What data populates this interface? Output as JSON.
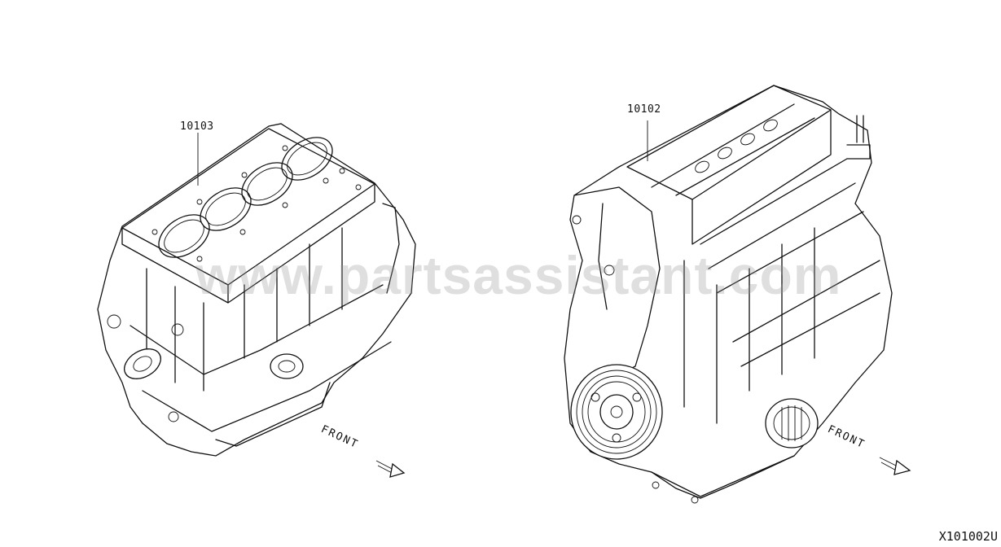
{
  "parts": {
    "short_block": "10103",
    "long_block": "10102"
  },
  "direction": {
    "left": "FRONT",
    "right": "FRONT"
  },
  "watermark": "www.partsassistant.com",
  "diagram_code": "X101002U"
}
